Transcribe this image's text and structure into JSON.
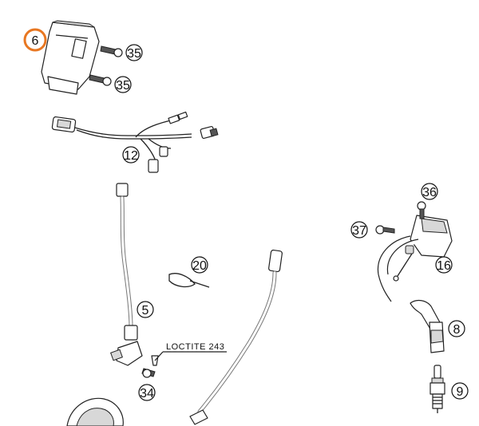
{
  "callouts": {
    "c6": "6",
    "c35a": "35",
    "c35b": "35",
    "c12": "12",
    "c36": "36",
    "c37": "37",
    "c16": "16",
    "c20": "20",
    "c5": "5",
    "c8": "8",
    "c34": "34",
    "c9": "9"
  },
  "note": "LOCTITE 243",
  "colors": {
    "highlight": "#e87722"
  }
}
